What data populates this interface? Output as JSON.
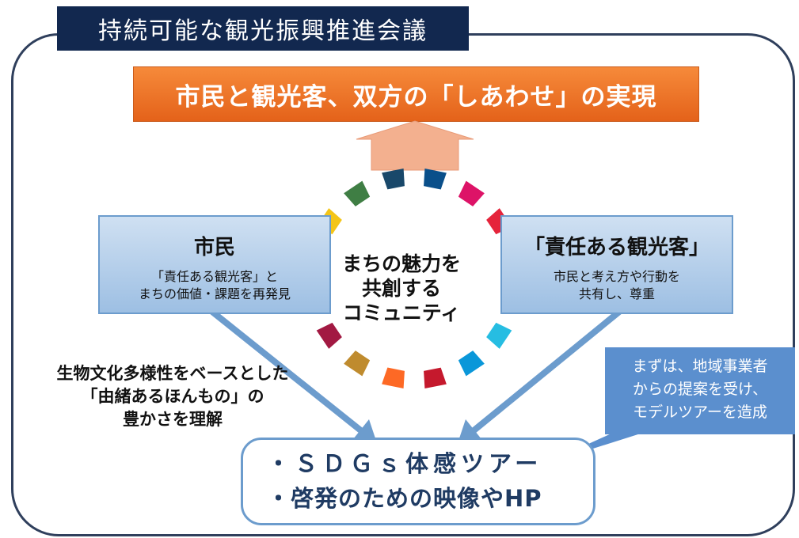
{
  "header": {
    "title": "持続可能な観光振興推進会議"
  },
  "goal": {
    "text": "市民と観光客、双方の「しあわせ」の実現"
  },
  "center": {
    "lines": [
      "まちの魅力を",
      "共創する",
      "コミュニティ"
    ]
  },
  "left_panel": {
    "title": "市民",
    "body": [
      "「責任ある観光客」と",
      "まちの価値・課題を再発見"
    ]
  },
  "right_panel": {
    "title": "「責任ある観光客」",
    "body": [
      "市民と考え方や行動を",
      "共有し、尊重"
    ]
  },
  "left_note": {
    "lines": [
      "生物文化多様性をベースとした",
      "「由緒あるほんもの」の",
      "豊かさを理解"
    ]
  },
  "bottom": {
    "lines": [
      "・ＳＤＧｓ体感ツアー",
      "・啓発のための映像やHP"
    ]
  },
  "callout": {
    "lines": [
      "まずは、地域事業者",
      "からの提案を受け、",
      "モデルツアーを造成"
    ]
  },
  "colors": {
    "sdg_ring": [
      "#19486a",
      "#0a4f8a",
      "#dd1367",
      "#e5243b",
      "#d3a029",
      "#4c9f38",
      "#26bde2",
      "#0a97d9",
      "#c5192d",
      "#fd6925",
      "#bf8b2e",
      "#a21942",
      "#fd9d24",
      "#dd1367",
      "#f4c518",
      "#3f7e44"
    ]
  }
}
